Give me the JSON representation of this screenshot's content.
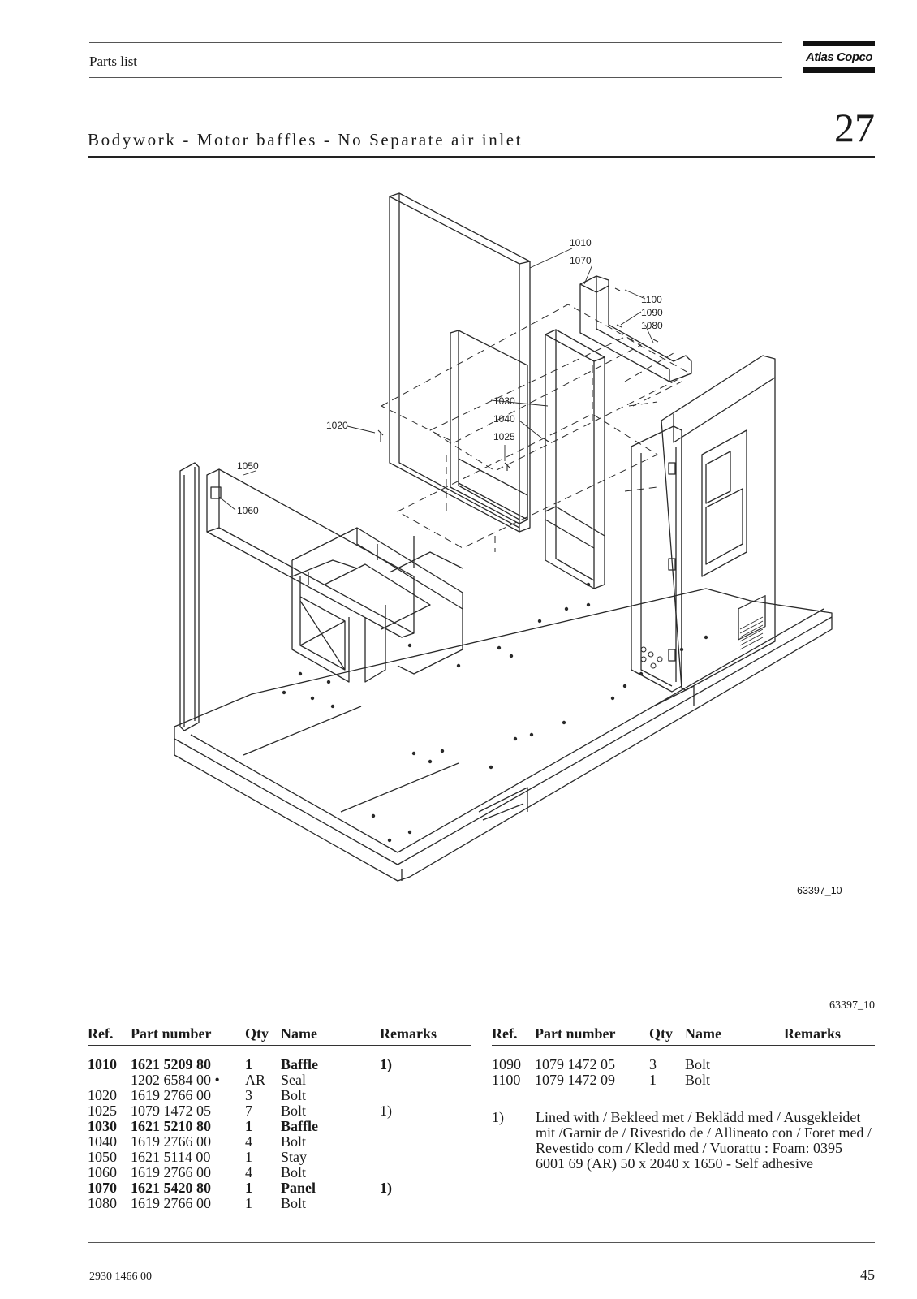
{
  "header": {
    "label": "Parts list",
    "brand": "Atlas Copco"
  },
  "section": {
    "title": "Bodywork - Motor baffles - No Separate air inlet",
    "chapter": "27"
  },
  "drawing": {
    "callouts": [
      "1010",
      "1070",
      "1100",
      "1090",
      "1080",
      "1030",
      "1040",
      "1025",
      "1020",
      "1050",
      "1060"
    ],
    "drawing_id": "63397_10"
  },
  "drawing_ref": "63397_10",
  "columns": {
    "ref": "Ref.",
    "part_number": "Part number",
    "qty": "Qty",
    "name": "Name",
    "remarks": "Remarks"
  },
  "rows_left": [
    {
      "ref": "1010",
      "part": "1621 5209 80",
      "qty": "1",
      "name": "Baffle",
      "remarks": "1)",
      "bold": true
    },
    {
      "ref": "",
      "part": "1202 6584 00 •",
      "qty": "AR",
      "name": "Seal",
      "remarks": "",
      "bold": false
    },
    {
      "ref": "1020",
      "part": "1619 2766 00",
      "qty": "3",
      "name": "Bolt",
      "remarks": "",
      "bold": false
    },
    {
      "ref": "1025",
      "part": "1079 1472 05",
      "qty": "7",
      "name": "Bolt",
      "remarks": "1)",
      "bold": false
    },
    {
      "ref": "1030",
      "part": "1621 5210 80",
      "qty": "1",
      "name": "Baffle",
      "remarks": "",
      "bold": true
    },
    {
      "ref": "1040",
      "part": "1619 2766 00",
      "qty": "4",
      "name": "Bolt",
      "remarks": "",
      "bold": false
    },
    {
      "ref": "1050",
      "part": "1621 5114 00",
      "qty": "1",
      "name": "Stay",
      "remarks": "",
      "bold": false
    },
    {
      "ref": "1060",
      "part": "1619 2766 00",
      "qty": "4",
      "name": "Bolt",
      "remarks": "",
      "bold": false
    },
    {
      "ref": "1070",
      "part": "1621 5420 80",
      "qty": "1",
      "name": "Panel",
      "remarks": "1)",
      "bold": true
    },
    {
      "ref": "1080",
      "part": "1619 2766 00",
      "qty": "1",
      "name": "Bolt",
      "remarks": "",
      "bold": false
    }
  ],
  "rows_right": [
    {
      "ref": "1090",
      "part": "1079 1472 05",
      "qty": "3",
      "name": "Bolt",
      "remarks": "",
      "bold": false
    },
    {
      "ref": "1100",
      "part": "1079 1472 09",
      "qty": "1",
      "name": "Bolt",
      "remarks": "",
      "bold": false
    }
  ],
  "footnote": {
    "number": "1)",
    "text": "Lined with  / Bekleed met / Beklädd med  / Ausgekleidet mit  /Garnir de / Rivestido de / Allineato con   / Foret med / Revestido com / Kledd med / Vuorattu : Foam: 0395 6001 69 (AR) 50 x 2040 x 1650 - Self adhesive"
  },
  "footer": {
    "doc_number": "2930 1466 00",
    "page": "45"
  }
}
